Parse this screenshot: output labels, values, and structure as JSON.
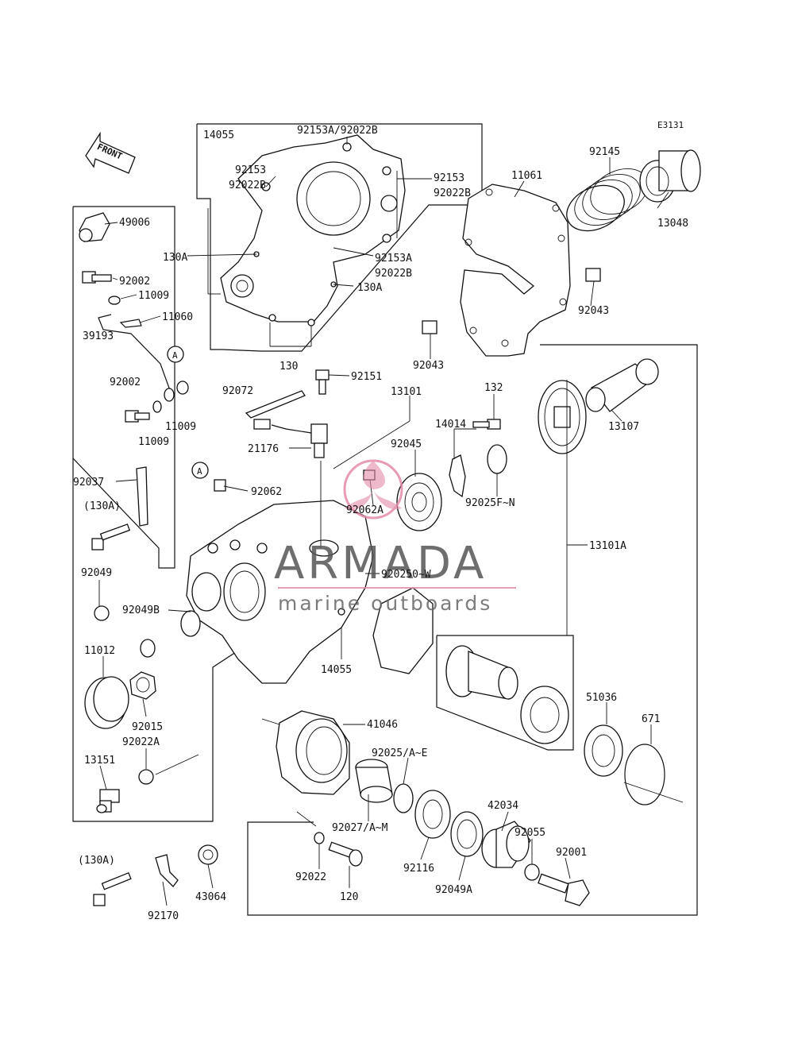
{
  "diagram": {
    "code": "E3131",
    "front_label": "FRONT",
    "labels": {
      "l14055": "14055",
      "l92153A_92022B": "92153A/92022B",
      "l92153_a": "92153",
      "l92022B_a": "92022B",
      "l92153_b": "92153",
      "l92022B_b": "92022B",
      "l11061": "11061",
      "l92145": "92145",
      "l13048": "13048",
      "l49006": "49006",
      "l130A_a": "130A",
      "l92153A": "92153A",
      "l92022B_c": "92022B",
      "l130A_b": "130A",
      "l92002_a": "92002",
      "l11009_a": "11009",
      "l11060": "11060",
      "l92043_a": "92043",
      "l39193": "39193",
      "l130": "130",
      "l92043_b": "92043",
      "l92002_b": "92002",
      "l92072": "92072",
      "l92151": "92151",
      "l13101": "13101",
      "l132": "132",
      "l11009_b": "11009",
      "l11009_c": "11009",
      "l14014": "14014",
      "l13107": "13107",
      "l92045": "92045",
      "l21176": "21176",
      "lA_a": "A",
      "lA_b": "A",
      "l92037": "92037",
      "l92062": "92062",
      "l130A_c": "(130A)",
      "l92025FN": "92025F~N",
      "l92062A": "92062A",
      "l13101A": "13101A",
      "l92049": "92049",
      "l92025OW": "920250~W",
      "l92049B": "92049B",
      "l11012": "11012",
      "l51036": "51036",
      "l671": "671",
      "l92015": "92015",
      "l41046": "41046",
      "l92022A": "92022A",
      "l92025AE": "92025/A~E",
      "l13151": "13151",
      "l42034": "42034",
      "l92027AM": "92027/A~M",
      "l92055": "92055",
      "l130A_d": "(130A)",
      "l92001": "92001",
      "l92116": "92116",
      "l92022": "92022",
      "l92049A": "92049A",
      "l43064": "43064",
      "l120": "120",
      "l92170": "92170"
    },
    "watermark": {
      "brand": "ARMADA",
      "tagline": "marine outboards",
      "accent_color": "#e38aa8"
    }
  }
}
